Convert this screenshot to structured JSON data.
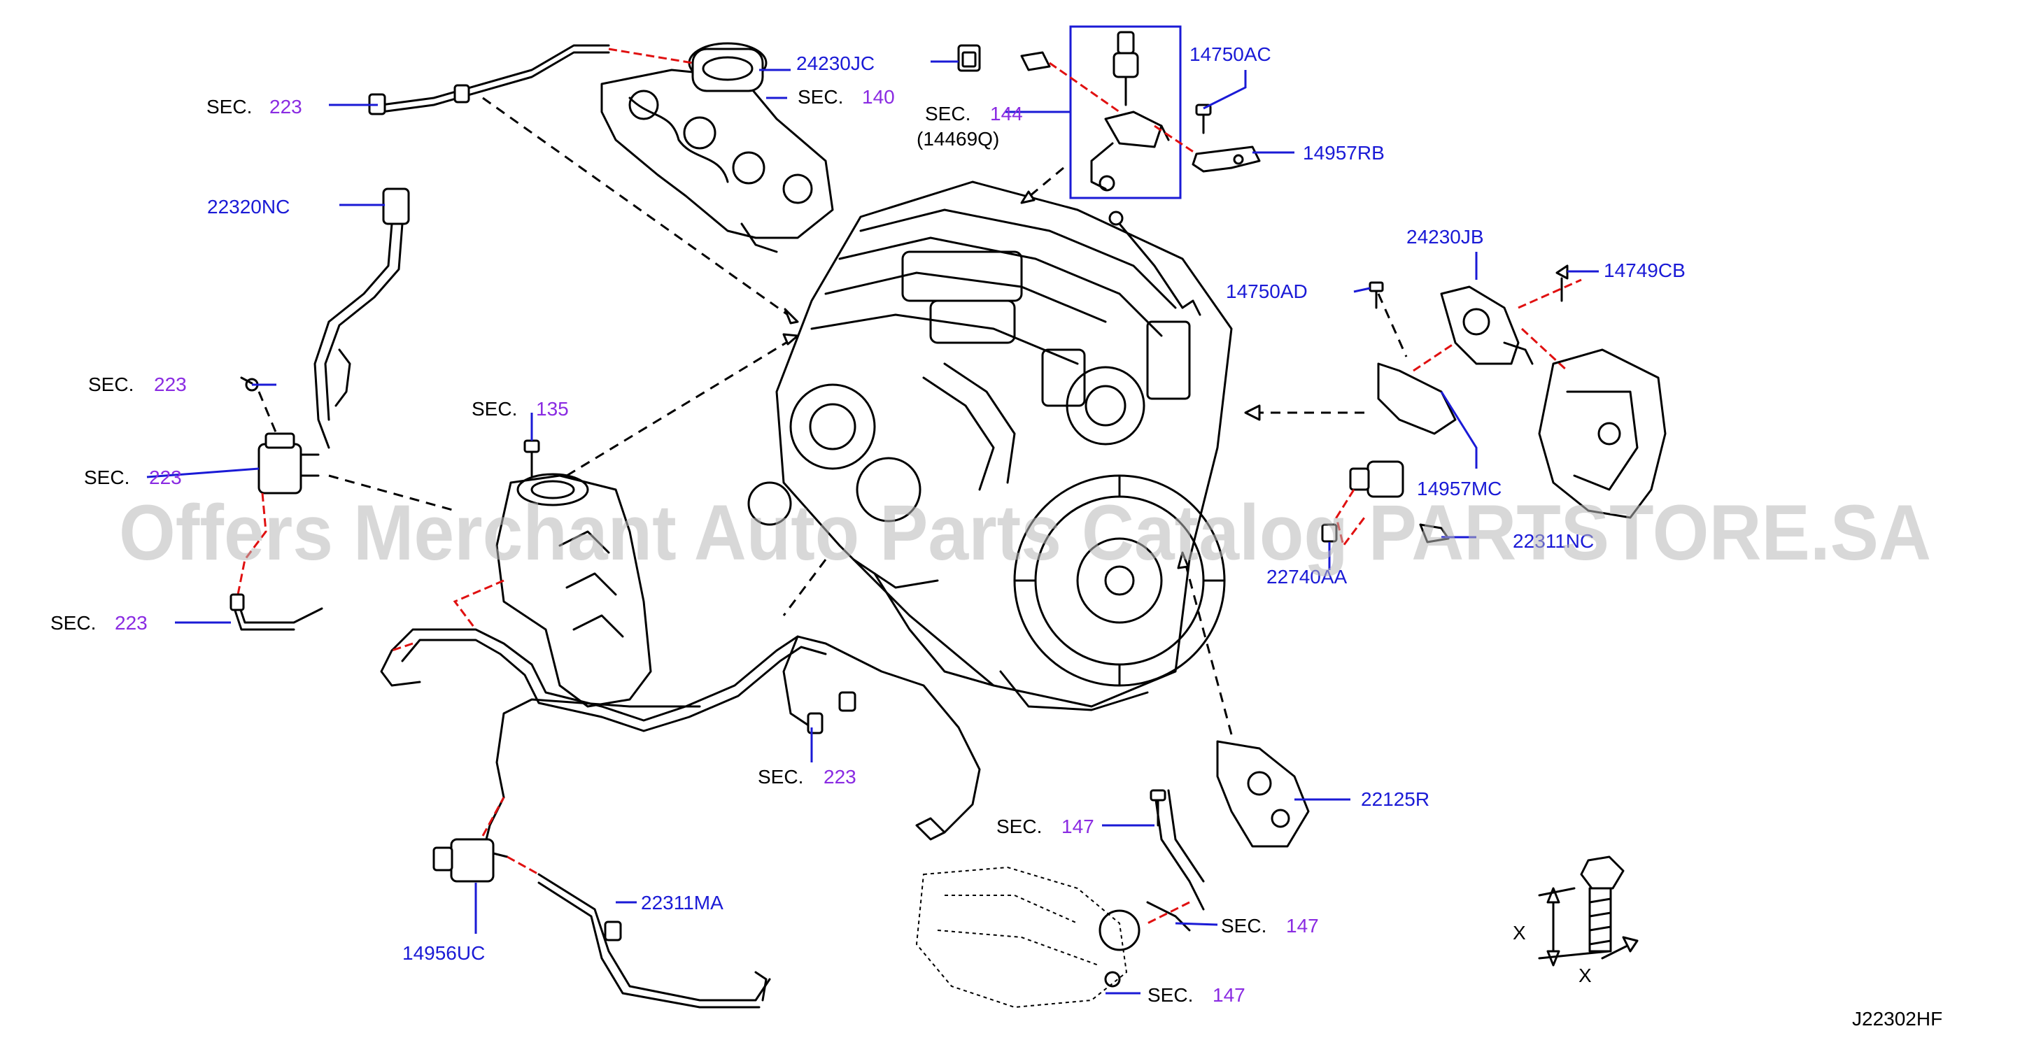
{
  "labels": {
    "l_24230JC": "24230JC",
    "l_14750AC": "14750AC",
    "l_14957RB": "14957RB",
    "l_22320NC": "22320NC",
    "l_24230JB": "24230JB",
    "l_14749CB": "14749CB",
    "l_14750AD": "14750AD",
    "l_14957MC": "14957MC",
    "l_22311NC": "22311NC",
    "l_22740AA": "22740AA",
    "l_22125R": "22125R",
    "l_22311MA": "22311MA",
    "l_14956UC": "14956UC",
    "l_14469Q": "(14469Q)"
  },
  "sec_word": "SEC.",
  "sections": {
    "s223_a": "223",
    "s140": "140",
    "s144": "144",
    "s223_b": "223",
    "s223_c": "223",
    "s135": "135",
    "s223_d": "223",
    "s223_e": "223",
    "s147_a": "147",
    "s147_b": "147",
    "s147_c": "147"
  },
  "dimension_label": "X",
  "diagram_code": "J22302HF",
  "watermark": "Offers Merchant Auto Parts Catalog PARTSTORE.SA",
  "colors": {
    "part_number": "#1a1ad6",
    "section_number": "#8a2be2",
    "connection_line": "#e01010",
    "watermark": "#b8b8b8"
  }
}
